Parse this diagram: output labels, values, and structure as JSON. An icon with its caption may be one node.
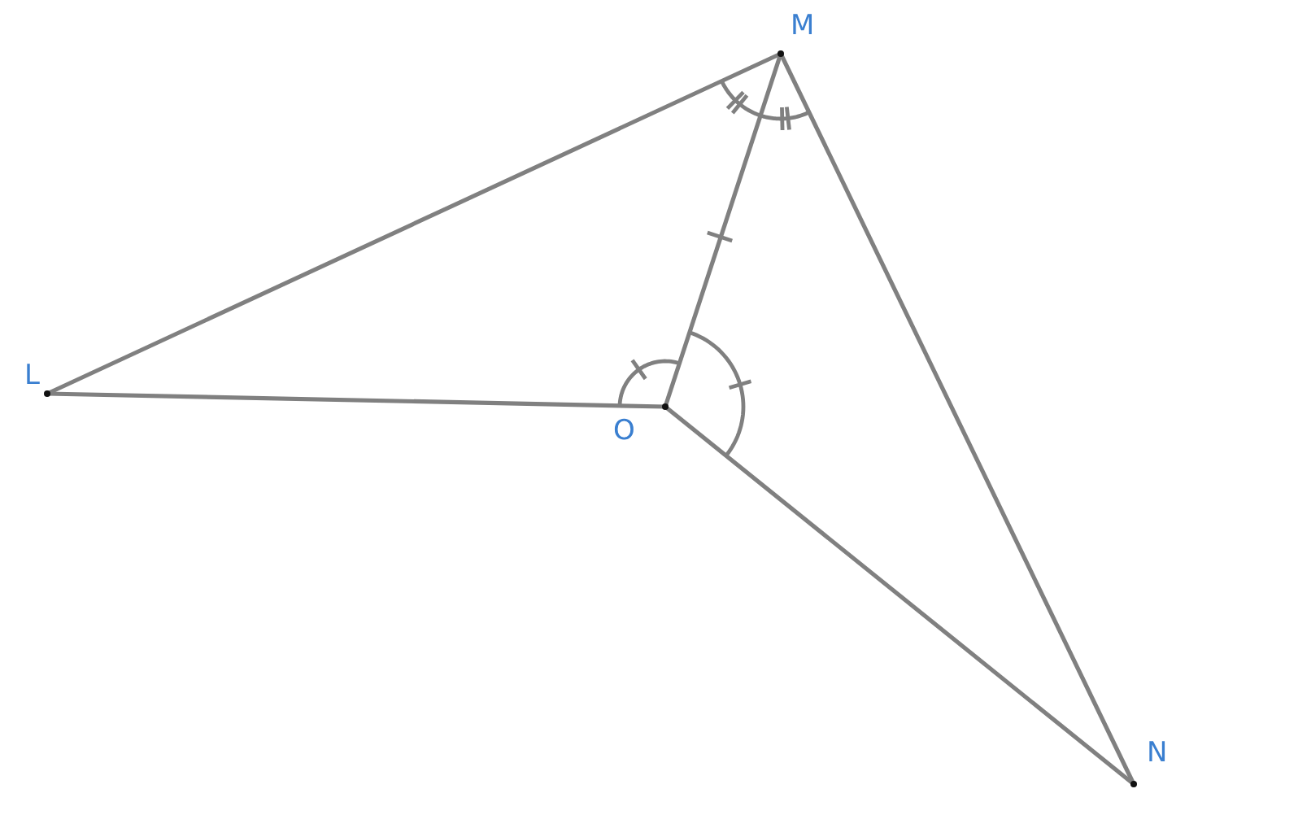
{
  "diagram": {
    "nodes": [
      {
        "text": [
          "M"
        ]
      },
      {
        "text": [
          "L"
        ]
      },
      {
        "text": [
          "O"
        ]
      },
      {
        "text": [
          "N"
        ]
      }
    ],
    "edges": [
      {
        "from": 1,
        "to": 0,
        "arrow": "none"
      },
      {
        "from": 1,
        "to": 2,
        "arrow": "none"
      },
      {
        "from": 2,
        "to": 0,
        "arrow": "none"
      },
      {
        "from": 2,
        "to": 3,
        "arrow": "none"
      },
      {
        "from": 0,
        "to": 3,
        "arrow": "none"
      }
    ]
  }
}
